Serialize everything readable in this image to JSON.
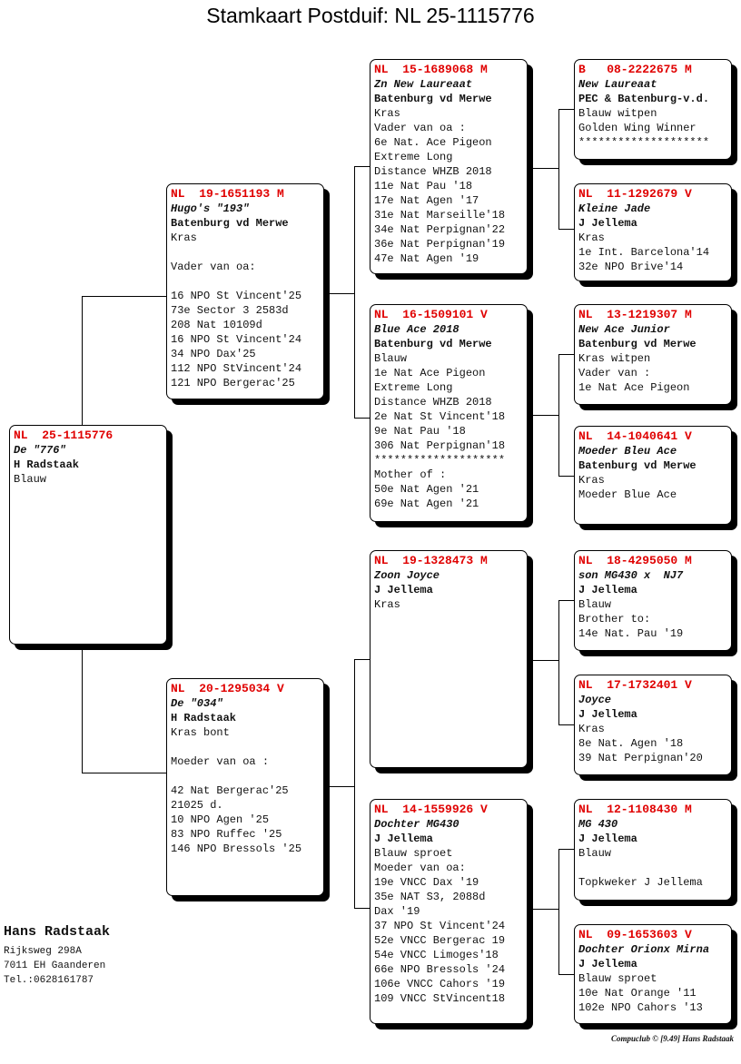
{
  "title": "Stamkaart Postduif: NL  25-1115776",
  "pigeons": {
    "root": {
      "ring": "NL  25-1115776",
      "name": "De \"776\"",
      "breeder": "H Radstaak",
      "lines": [
        "Blauw"
      ]
    },
    "sire": {
      "ring": "NL  19-1651193 M",
      "name": "Hugo's \"193\"",
      "breeder": "Batenburg vd Merwe",
      "lines": [
        "Kras",
        "",
        "Vader van oa:",
        "",
        "16 NPO St Vincent'25",
        "73e Sector 3 2583d",
        "208 Nat 10109d",
        "16 NPO St Vincent'24",
        "34 NPO Dax'25",
        "112 NPO StVincent'24",
        "121 NPO Bergerac'25"
      ]
    },
    "dam": {
      "ring": "NL  20-1295034 V",
      "name": "De \"034\"",
      "breeder": "H Radstaak",
      "lines": [
        "Kras bont",
        "",
        "Moeder van oa :",
        "",
        "42 Nat Bergerac'25",
        "21025 d.",
        "10 NPO Agen '25",
        "83 NPO Ruffec '25",
        "146 NPO Bressols '25"
      ]
    },
    "ss": {
      "ring": "NL  15-1689068 M",
      "name": "Zn New Laureaat",
      "breeder": "Batenburg vd Merwe",
      "lines": [
        "Kras",
        "Vader van oa :",
        "6e Nat. Ace Pigeon",
        "Extreme Long",
        "Distance WHZB 2018",
        "11e Nat Pau '18",
        "17e Nat Agen '17",
        "31e Nat Marseille'18",
        "34e Nat Perpignan'22",
        "36e Nat Perpignan'19",
        "47e Nat Agen '19"
      ]
    },
    "sd": {
      "ring": "NL  16-1509101 V",
      "name": "Blue Ace 2018",
      "breeder": "Batenburg vd Merwe",
      "lines": [
        "Blauw",
        "1e Nat Ace Pigeon",
        "Extreme Long",
        "Distance WHZB 2018",
        "2e Nat St Vincent'18",
        "9e Nat Pau '18",
        "306 Nat Perpignan'18",
        "********************",
        "Mother of :",
        "50e Nat Agen '21",
        "69e Nat Agen '21"
      ]
    },
    "ds": {
      "ring": "NL  19-1328473 M",
      "name": "Zoon Joyce",
      "breeder": "J Jellema",
      "lines": [
        "Kras"
      ]
    },
    "dd": {
      "ring": "NL  14-1559926 V",
      "name": "Dochter MG430",
      "breeder": "J Jellema",
      "lines": [
        "Blauw sproet",
        "Moeder van oa:",
        "19e VNCC Dax '19",
        "35e NAT S3, 2088d",
        "Dax '19",
        "37 NPO St Vincent'24",
        "52e VNCC Bergerac 19",
        "54e VNCC Limoges'18",
        "66e NPO Bressols '24",
        "106e VNCC Cahors '19",
        "109 VNCC StVincent18"
      ]
    },
    "sss": {
      "ring": "B   08-2222675 M",
      "name": "New Laureaat",
      "breeder": "PEC & Batenburg-v.d.",
      "lines": [
        "Blauw witpen",
        "Golden Wing Winner",
        "********************"
      ]
    },
    "ssd": {
      "ring": "NL  11-1292679 V",
      "name": "Kleine Jade",
      "breeder": "J Jellema",
      "lines": [
        "Kras",
        "1e Int. Barcelona'14",
        "32e NPO Brive'14"
      ]
    },
    "sds": {
      "ring": "NL  13-1219307 M",
      "name": "New Ace Junior",
      "breeder": "Batenburg vd Merwe",
      "lines": [
        "Kras witpen",
        "Vader van :",
        "1e Nat Ace Pigeon"
      ]
    },
    "sdd": {
      "ring": "NL  14-1040641 V",
      "name": "Moeder Bleu Ace",
      "breeder": "Batenburg vd Merwe",
      "lines": [
        "Kras",
        "Moeder Blue Ace"
      ]
    },
    "dss": {
      "ring": "NL  18-4295050 M",
      "name": "son MG430 x  NJ7",
      "breeder": "J Jellema",
      "lines": [
        "Blauw",
        "Brother to:",
        "14e Nat. Pau '19"
      ]
    },
    "dsd": {
      "ring": "NL  17-1732401 V",
      "name": "Joyce",
      "breeder": "J Jellema",
      "lines": [
        "Kras",
        "8e Nat. Agen '18",
        "39 Nat Perpignan'20"
      ]
    },
    "dds": {
      "ring": "NL  12-1108430 M",
      "name": "MG 430",
      "breeder": "J Jellema",
      "lines": [
        "Blauw",
        "",
        "Topkweker J Jellema"
      ]
    },
    "ddd": {
      "ring": "NL  09-1653603 V",
      "name": "Dochter Orionx Mirna",
      "breeder": "J Jellema",
      "lines": [
        "Blauw sproet",
        "10e Nat Orange '11",
        "102e NPO Cahors '13"
      ]
    }
  },
  "owner": {
    "name": "Hans Radstaak",
    "address": [
      "Rijksweg 298A",
      "7011 EH  Gaanderen",
      "Tel.:0628161787"
    ]
  },
  "footer": "Compuclub © [9.49]  Hans Radstaak",
  "colors": {
    "ring": "#e00000",
    "shadow": "#000000"
  }
}
